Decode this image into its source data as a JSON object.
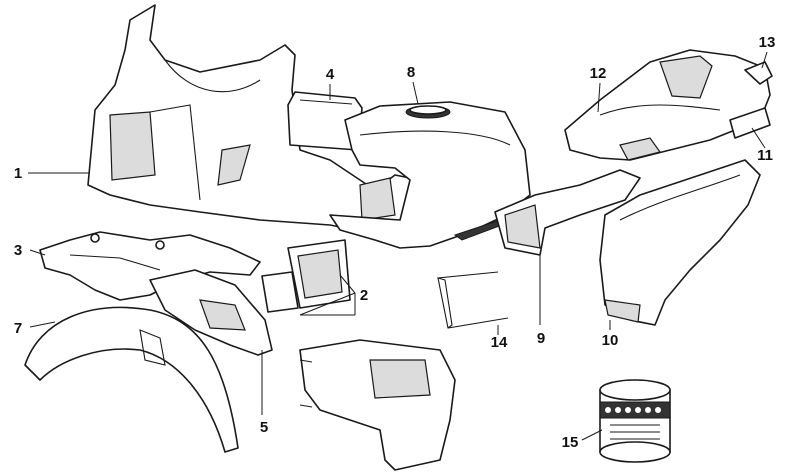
{
  "callouts": [
    {
      "id": "1",
      "label": "1"
    },
    {
      "id": "2",
      "label": "2"
    },
    {
      "id": "3",
      "label": "3"
    },
    {
      "id": "4",
      "label": "4"
    },
    {
      "id": "5",
      "label": "5"
    },
    {
      "id": "7",
      "label": "7"
    },
    {
      "id": "8",
      "label": "8"
    },
    {
      "id": "9",
      "label": "9"
    },
    {
      "id": "10",
      "label": "10"
    },
    {
      "id": "11",
      "label": "11"
    },
    {
      "id": "12",
      "label": "12"
    },
    {
      "id": "13",
      "label": "13"
    },
    {
      "id": "14",
      "label": "14"
    },
    {
      "id": "15",
      "label": "15"
    }
  ],
  "colors": {
    "ink": "#1a1a1a",
    "shade": "#dcdcdc",
    "background": "#ffffff"
  }
}
